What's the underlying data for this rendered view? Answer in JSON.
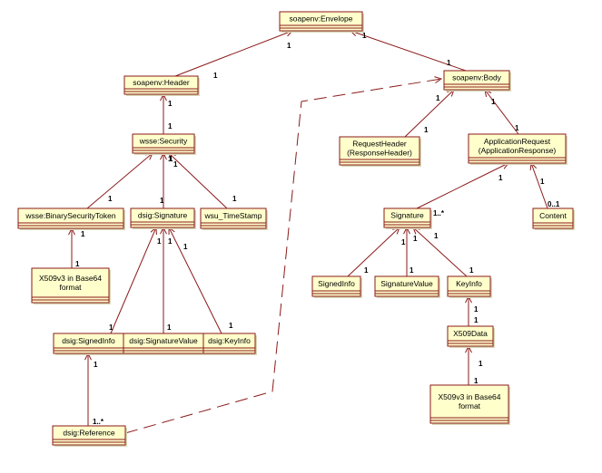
{
  "colors": {
    "line": "#8b1a1a",
    "fill": "#ffffcc"
  },
  "nodes": {
    "envelope": {
      "lines": [
        "soapenv:Envelope"
      ]
    },
    "header": {
      "lines": [
        "soapenv:Header"
      ]
    },
    "body": {
      "lines": [
        "soapenv:Body"
      ]
    },
    "security": {
      "lines": [
        "wsse:Security"
      ]
    },
    "bst": {
      "lines": [
        "wsse:BinarySecurityToken"
      ]
    },
    "dsig_signature": {
      "lines": [
        "dsig:Signature"
      ]
    },
    "timestamp": {
      "lines": [
        "wsu_TimeStamp"
      ]
    },
    "x509_left": {
      "lines": [
        "X509v3 in Base64",
        "format"
      ]
    },
    "signedinfo": {
      "lines": [
        "dsig:SignedInfo"
      ]
    },
    "signaturevalue": {
      "lines": [
        "dsig:SignatureValue"
      ]
    },
    "keyinfo": {
      "lines": [
        "dsig:KeyInfo"
      ]
    },
    "reference": {
      "lines": [
        "dsig:Reference"
      ]
    },
    "request_header": {
      "lines": [
        "RequestHeader",
        "(ResponseHeader)"
      ]
    },
    "app_request": {
      "lines": [
        "ApplicationRequest",
        "(ApplicationResponse)"
      ]
    },
    "signature_r": {
      "lines": [
        "Signature"
      ]
    },
    "content": {
      "lines": [
        "Content"
      ]
    },
    "signedinfo_r": {
      "lines": [
        "SignedInfo"
      ]
    },
    "signaturevalue_r": {
      "lines": [
        "SignatureValue"
      ]
    },
    "keyinfo_r": {
      "lines": [
        "KeyInfo"
      ]
    },
    "x509data": {
      "lines": [
        "X509Data"
      ]
    },
    "x509_right": {
      "lines": [
        "X509v3 in Base64",
        "format"
      ]
    }
  },
  "edges": [
    {
      "from": "header",
      "to": "envelope",
      "from_mult": "1",
      "to_mult": "1"
    },
    {
      "from": "body",
      "to": "envelope",
      "from_mult": "1",
      "to_mult": "1"
    },
    {
      "from": "security",
      "to": "header",
      "from_mult": "1",
      "to_mult": "1"
    },
    {
      "from": "bst",
      "to": "security",
      "from_mult": "1",
      "to_mult": "1"
    },
    {
      "from": "dsig_signature",
      "to": "security",
      "from_mult": "1",
      "to_mult": "1"
    },
    {
      "from": "timestamp",
      "to": "security",
      "from_mult": "1",
      "to_mult": "1"
    },
    {
      "from": "x509_left",
      "to": "bst",
      "from_mult": "1",
      "to_mult": "1"
    },
    {
      "from": "signedinfo",
      "to": "dsig_signature",
      "from_mult": "1",
      "to_mult": "1"
    },
    {
      "from": "signaturevalue",
      "to": "dsig_signature",
      "from_mult": "1",
      "to_mult": "1"
    },
    {
      "from": "keyinfo",
      "to": "dsig_signature",
      "from_mult": "1",
      "to_mult": "1"
    },
    {
      "from": "reference",
      "to": "signedinfo",
      "from_mult": "1..*",
      "to_mult": "1"
    },
    {
      "from": "reference",
      "to": "body",
      "from_mult": "",
      "to_mult": "",
      "dashed": true
    },
    {
      "from": "request_header",
      "to": "body",
      "from_mult": "1",
      "to_mult": "1"
    },
    {
      "from": "app_request",
      "to": "body",
      "from_mult": "1",
      "to_mult": "1"
    },
    {
      "from": "signature_r",
      "to": "app_request",
      "from_mult": "1..*",
      "to_mult": "1"
    },
    {
      "from": "content",
      "to": "app_request",
      "from_mult": "0..1",
      "to_mult": "1"
    },
    {
      "from": "signedinfo_r",
      "to": "signature_r",
      "from_mult": "1",
      "to_mult": "1"
    },
    {
      "from": "signaturevalue_r",
      "to": "signature_r",
      "from_mult": "1",
      "to_mult": "1"
    },
    {
      "from": "keyinfo_r",
      "to": "signature_r",
      "from_mult": "1",
      "to_mult": "1"
    },
    {
      "from": "x509data",
      "to": "keyinfo_r",
      "from_mult": "1",
      "to_mult": "1"
    },
    {
      "from": "x509_right",
      "to": "x509data",
      "from_mult": "1",
      "to_mult": "1"
    }
  ]
}
